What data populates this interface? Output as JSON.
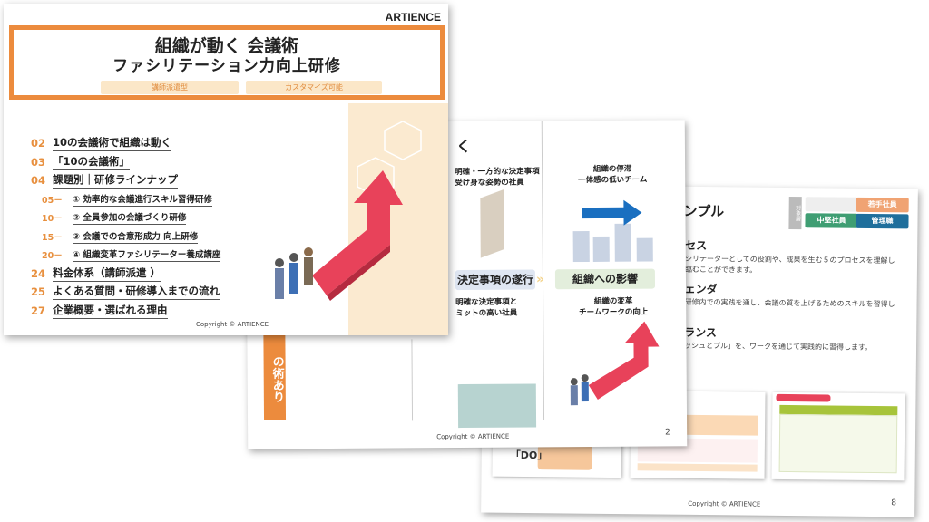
{
  "slide_back": {
    "title_fragment": "ンプル",
    "target_label": "対象層",
    "tags": [
      {
        "label": "",
        "color": "#eeeeee"
      },
      {
        "label": "若手社員",
        "color": "#f0a373"
      },
      {
        "label": "中堅社員",
        "color": "#3f9e73"
      },
      {
        "label": "管理職",
        "color": "#1f6f9c"
      }
    ],
    "sections": [
      {
        "head": "セス",
        "text": "シリテーターとしての役割や、成果を生む５のプロセスを理解し",
        "text2": "臨むことができます。"
      },
      {
        "head": "ェンダ",
        "text": "研修内での実践を通し、会議の質を上げるためのスキルを習得し",
        "text2": ""
      },
      {
        "head": "ランス",
        "text": "ッシュとプル」を、ワークを通じて実践的に習得します。",
        "text2": ""
      }
    ],
    "thumb_do": "「DO」",
    "copyright": "Copyright © ARTIENCE",
    "page": "8"
  },
  "slide_mid": {
    "title_fragment": "く",
    "vertical_label": "の術あり",
    "col2_top": "明確・一方的な決定事項\n受け身な姿勢の社員",
    "col2_band": "決定事項の遂行",
    "col2_bottom": "明確な決定事項と\nミットの高い社員",
    "col3_top": "組織の停滞\n一体感の低いチーム",
    "col3_band": "組織への影響",
    "col3_bottom": "組織の変革\nチームワークの向上",
    "copyright": "Copyright © ARTIENCE",
    "page": "2"
  },
  "slide_front": {
    "brand": "ARTIENCE",
    "title1": "組織が動く 会議術",
    "title2": "ファシリテーション力向上研修",
    "pills": [
      "講師派遣型",
      "カスタマイズ可能"
    ],
    "toc": [
      {
        "n": "02",
        "label": "10の会議術で組織は動く",
        "sub": false
      },
      {
        "n": "03",
        "label": "「10の会議術」",
        "sub": false
      },
      {
        "n": "04",
        "label": "課題別｜研修ラインナップ",
        "sub": false
      },
      {
        "n": "05－",
        "label": "① 効率的な会議進行スキル習得研修",
        "sub": true
      },
      {
        "n": "10－",
        "label": "② 全員参加の会議づくり研修",
        "sub": true
      },
      {
        "n": "15－",
        "label": "③ 会議での合意形成力 向上研修",
        "sub": true
      },
      {
        "n": "20－",
        "label": "④ 組織変革ファシリテーター養成講座",
        "sub": true
      },
      {
        "n": "24",
        "label": "料金体系（講師派遣 ）",
        "sub": false
      },
      {
        "n": "25",
        "label": "よくある質問・研修導入までの流れ",
        "sub": false
      },
      {
        "n": "27",
        "label": "企業概要・選ばれる理由",
        "sub": false
      }
    ],
    "copyright": "Copyright © ARTIENCE"
  },
  "colors": {
    "accent": "#ec8b3d",
    "arrow": "#e8425a"
  }
}
